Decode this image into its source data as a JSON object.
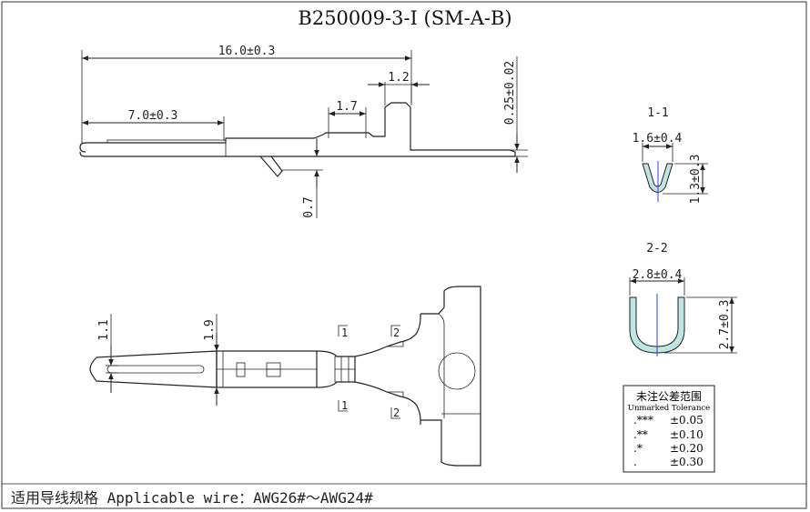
{
  "title": "B250009-3-I (SM-A-B)",
  "side_view": {
    "overall_length": "16.0±0.3",
    "contact_length": "7.0±0.3",
    "barrel_gap": "1.7",
    "tab_width": "1.2",
    "thickness": "0.25±0.02",
    "lance_height": "0.7"
  },
  "top_view": {
    "contact_width": "1.1",
    "body_width": "1.9",
    "section_marks": [
      "1",
      "2",
      "1",
      "2"
    ]
  },
  "sections": [
    {
      "label": "1-1",
      "width": "1.6±0.4",
      "height": "1.3±0.3"
    },
    {
      "label": "2-2",
      "width": "2.8±0.4",
      "height": "2.7±0.3"
    }
  ],
  "tolerance_table": {
    "title": "未注公差范围",
    "subtitle": "Unmarked Tolerance",
    "rows": [
      {
        "format": ".***",
        "value": "±0.05"
      },
      {
        "format": ".**",
        "value": "±0.10"
      },
      {
        "format": ".*",
        "value": "±0.20"
      },
      {
        "format": ".",
        "value": "±0.30"
      }
    ]
  },
  "footer": "适用导线规格 Applicable wire：AWG26#～AWG24#",
  "colors": {
    "section_fill": "#bfe6e2",
    "center_line": "#3344cc"
  }
}
